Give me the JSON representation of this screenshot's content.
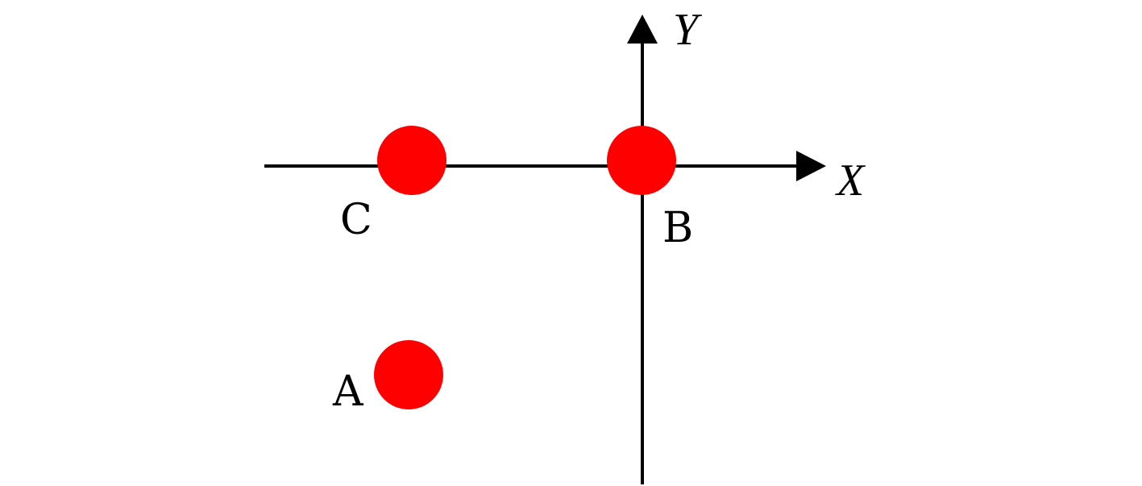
{
  "axes": {
    "x_label": "X",
    "y_label": "Y"
  },
  "points": [
    {
      "label": "C",
      "color": "#ff0000"
    },
    {
      "label": "B",
      "color": "#ff0000"
    },
    {
      "label": "A",
      "color": "#ff0000"
    }
  ],
  "colors": {
    "axis": "#000000",
    "point": "#ff0000"
  }
}
